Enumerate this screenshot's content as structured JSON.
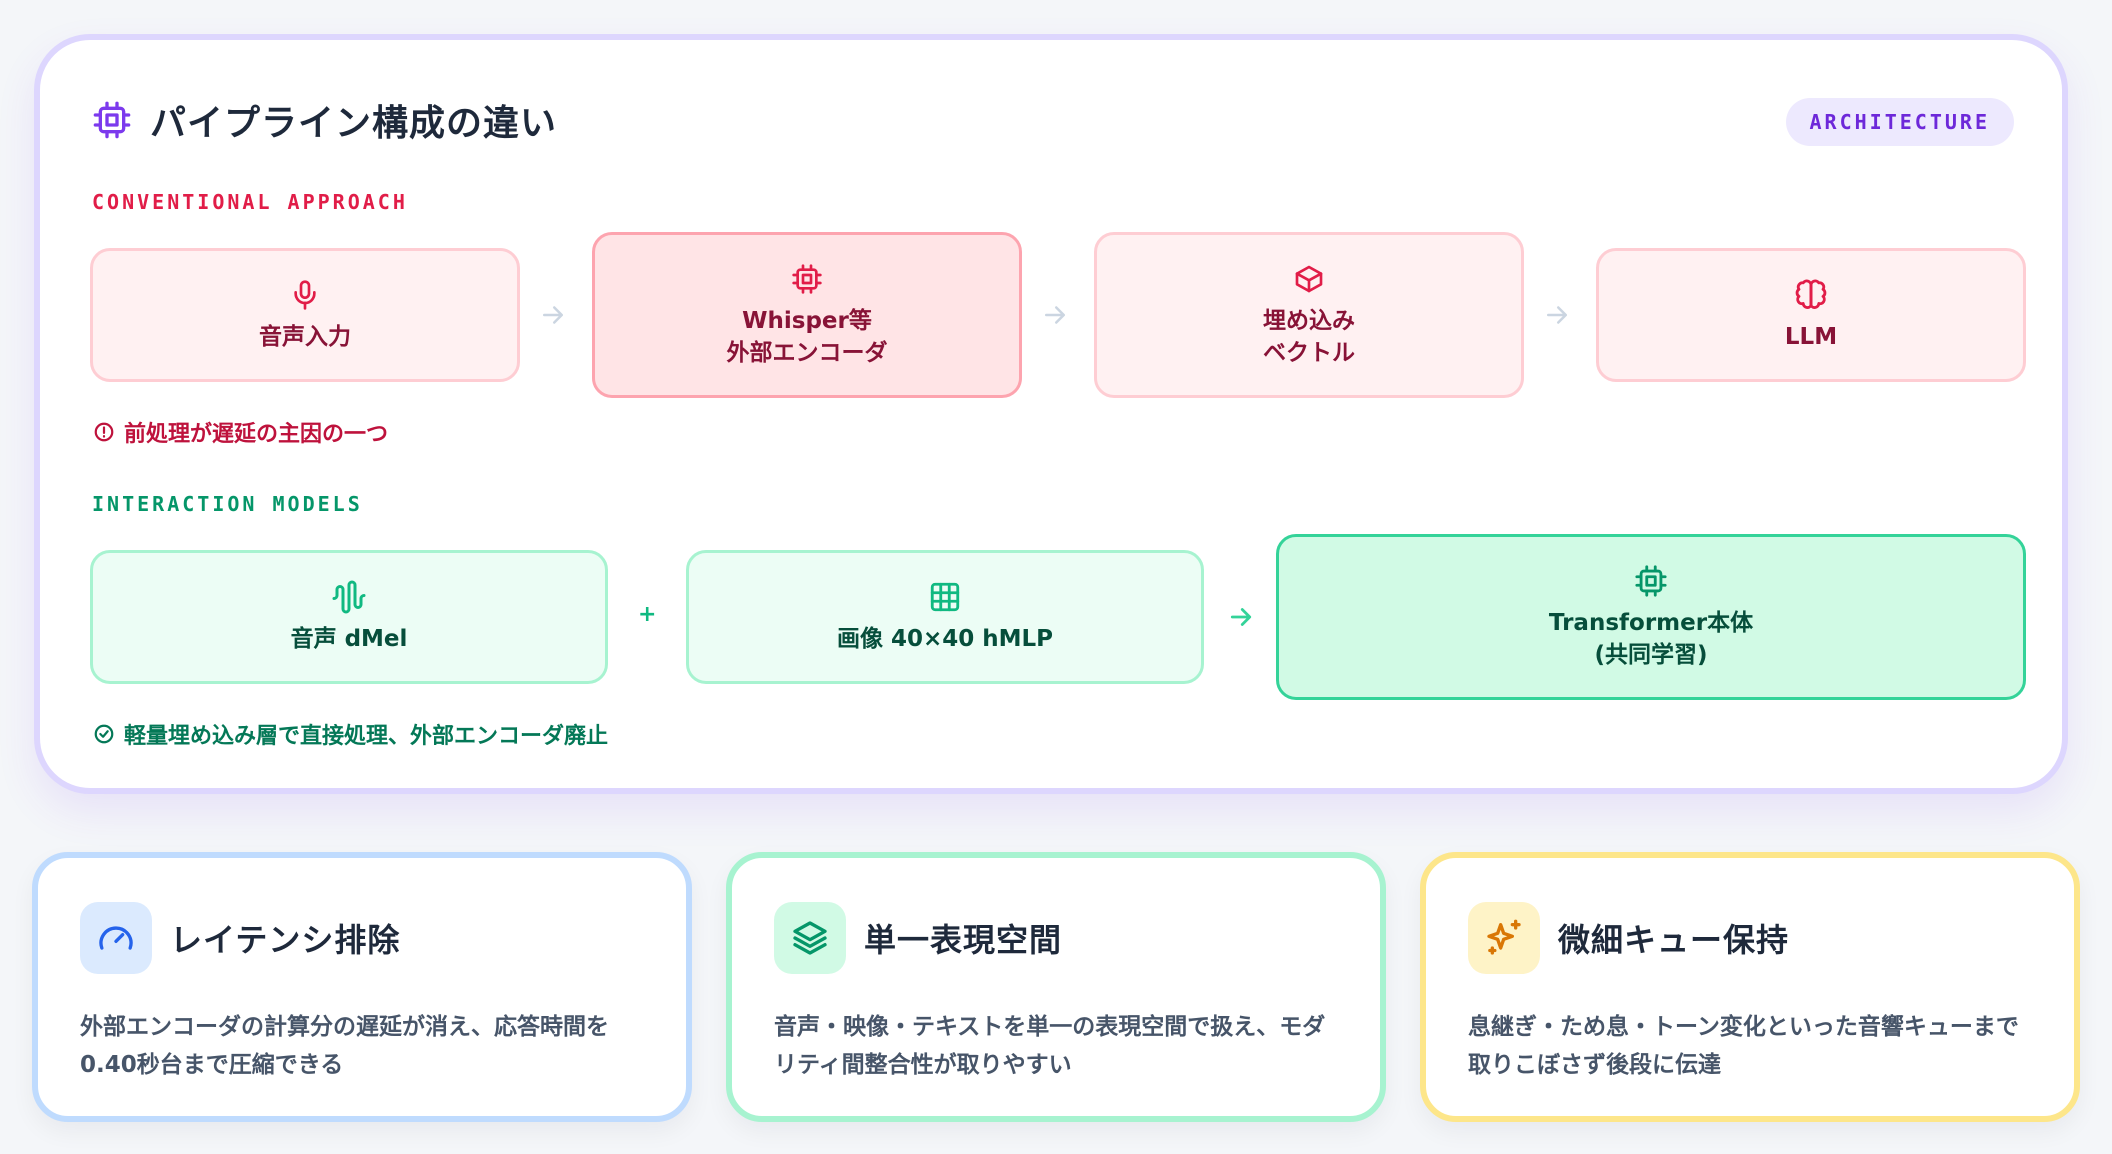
{
  "header": {
    "title": "パイプライン構成の違い",
    "title_icon": "cpu-icon",
    "badge": "ARCHITECTURE"
  },
  "conventional": {
    "label": "CONVENTIONAL APPROACH",
    "nodes": [
      {
        "icon": "mic-icon",
        "label": "音声入力"
      },
      {
        "icon": "cpu-icon",
        "label": "Whisper等\n外部エンコーダ"
      },
      {
        "icon": "box-icon",
        "label": "埋め込み\nベクトル"
      },
      {
        "icon": "brain-icon",
        "label": "LLM"
      }
    ],
    "note": "前処理が遅延の主因の一つ",
    "note_icon": "alert-circle-icon"
  },
  "interaction": {
    "label": "INTERACTION MODELS",
    "nodes": [
      {
        "icon": "audio-waveform-icon",
        "label": "音声 dMel"
      },
      {
        "icon": "grid-icon",
        "label": "画像 40×40 hMLP"
      },
      {
        "icon": "cpu-icon",
        "label": "Transformer本体\n(共同学習)"
      }
    ],
    "plus": "+",
    "note": "軽量埋め込み層で直接処理、外部エンコーダ廃止",
    "note_icon": "check-circle-icon"
  },
  "cards": [
    {
      "icon": "gauge-icon",
      "title": "レイテンシ排除",
      "desc": "外部エンコーダの計算分の遅延が消え、応答時間を0.40秒台まで圧縮できる"
    },
    {
      "icon": "layers-icon",
      "title": "単一表現空間",
      "desc": "音声・映像・テキストを単一の表現空間で扱え、モダリティ間整合性が取りやすい"
    },
    {
      "icon": "sparkles-icon",
      "title": "微細キュー保持",
      "desc": "息継ぎ・ため息・トーン変化といった音響キューまで取りこぼさず後段に伝達"
    }
  ],
  "colors": {
    "accent_purple": "#7c3aed",
    "conventional_red": "#e11d48",
    "interaction_green": "#059669",
    "card_blue": "#2563eb",
    "card_green": "#10b981",
    "card_yellow": "#d97706"
  }
}
